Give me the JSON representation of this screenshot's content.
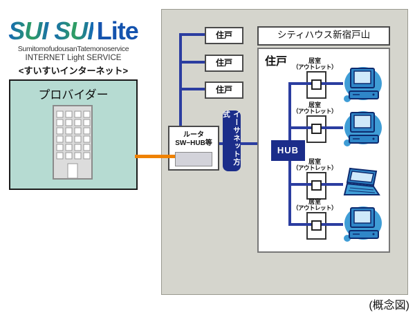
{
  "logo": {
    "sui": "SUI SUI",
    "lite": "Lite",
    "line1": "SumitomofudousanTatemonoservice",
    "line2": "INTERNET Light SERVICE",
    "line3": "<すいすいインターネット>"
  },
  "provider": {
    "label": "プロバイダー"
  },
  "unit_boxes": {
    "labels": [
      "住戸",
      "住戸",
      "住戸"
    ]
  },
  "router": {
    "line1": "ルータ",
    "line2": "SW−HUB等"
  },
  "ethernet": {
    "label": "イーサネット方式"
  },
  "building": {
    "title": "シティハウス新宿戸山",
    "unit_label": "住戸",
    "hub_label": "HUB",
    "rooms": [
      {
        "name": "居室",
        "sub": "（アウトレット）",
        "device": "desktop-computer"
      },
      {
        "name": "居室",
        "sub": "（アウトレット）",
        "device": "desktop-computer"
      },
      {
        "name": "居室",
        "sub": "（アウトレット）",
        "device": "laptop-computer"
      },
      {
        "name": "居室",
        "sub": "（アウトレット）",
        "device": "desktop-computer"
      }
    ]
  },
  "caption": "(概念図)",
  "colors": {
    "navy": "#1b2d8a",
    "line_blue": "#2b3da0",
    "orange": "#ef8200",
    "provider_fill": "#b6dbd2",
    "panel_gray": "#d5d5cd",
    "computer_blue": "#3f9dd6"
  }
}
